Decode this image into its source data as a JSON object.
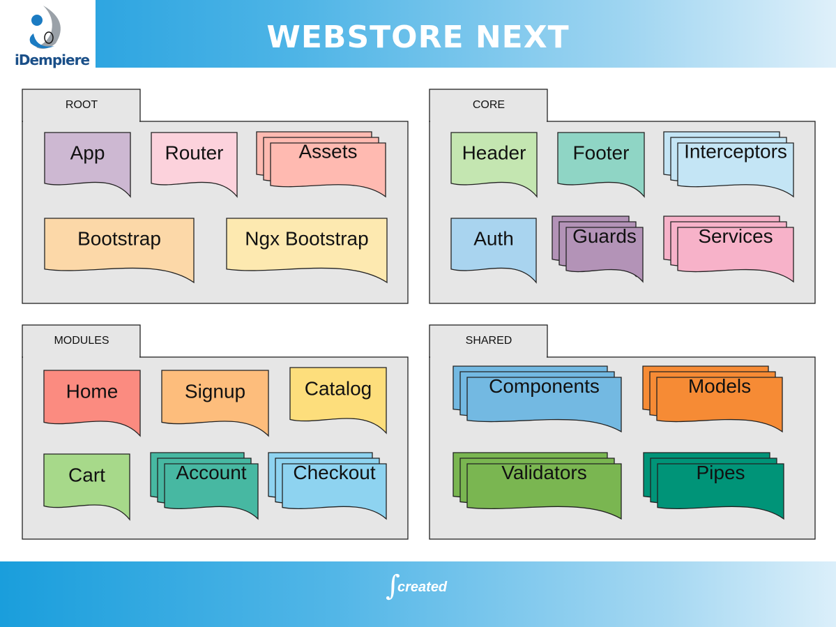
{
  "header": {
    "title": "WEBSTORE NEXT",
    "logo_text": "iDempiere"
  },
  "footer": {
    "text": "created"
  },
  "groups": [
    {
      "label": "ROOT",
      "items": [
        {
          "label": "App",
          "color": "#cdb8d2",
          "stacked": false
        },
        {
          "label": "Router",
          "color": "#fcd2dc",
          "stacked": false
        },
        {
          "label": "Assets",
          "color": "#ffbab1",
          "stacked": true
        },
        {
          "label": "Bootstrap",
          "color": "#fcd8a8",
          "stacked": false
        },
        {
          "label": "Ngx Bootstrap",
          "color": "#fde9b0",
          "stacked": false
        }
      ]
    },
    {
      "label": "CORE",
      "items": [
        {
          "label": "Header",
          "color": "#c4e6b1",
          "stacked": false
        },
        {
          "label": "Footer",
          "color": "#8fd5c5",
          "stacked": false
        },
        {
          "label": "Interceptors",
          "color": "#c4e5f5",
          "stacked": true
        },
        {
          "label": "Auth",
          "color": "#a9d4ef",
          "stacked": false
        },
        {
          "label": "Guards",
          "color": "#b393b7",
          "stacked": true
        },
        {
          "label": "Services",
          "color": "#f7b2c9",
          "stacked": true
        }
      ]
    },
    {
      "label": "MODULES",
      "items": [
        {
          "label": "Home",
          "color": "#fb8b80",
          "stacked": false
        },
        {
          "label": "Signup",
          "color": "#fdbd7c",
          "stacked": false
        },
        {
          "label": "Catalog",
          "color": "#fdde7c",
          "stacked": false
        },
        {
          "label": "Cart",
          "color": "#a7d98a",
          "stacked": false
        },
        {
          "label": "Account",
          "color": "#47b8a2",
          "stacked": true
        },
        {
          "label": "Checkout",
          "color": "#8ed3f0",
          "stacked": true
        }
      ]
    },
    {
      "label": "SHARED",
      "items": [
        {
          "label": "Components",
          "color": "#73b9e2",
          "stacked": true
        },
        {
          "label": "Models",
          "color": "#f68b35",
          "stacked": true
        },
        {
          "label": "Validators",
          "color": "#7ab651",
          "stacked": true
        },
        {
          "label": "Pipes",
          "color": "#009478",
          "stacked": true
        }
      ]
    }
  ]
}
